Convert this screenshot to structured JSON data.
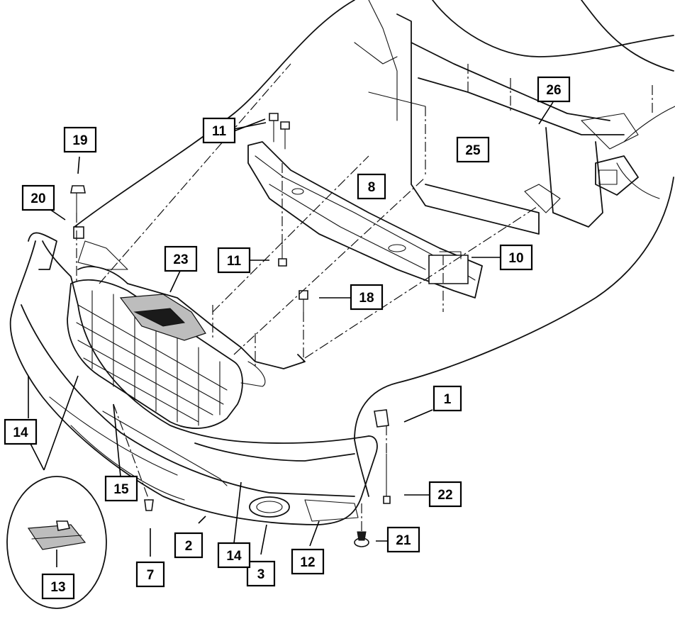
{
  "diagram": {
    "callouts": [
      {
        "id": "c1",
        "label": "1"
      },
      {
        "id": "c2",
        "label": "2"
      },
      {
        "id": "c3",
        "label": "3"
      },
      {
        "id": "c7",
        "label": "7"
      },
      {
        "id": "c8",
        "label": "8"
      },
      {
        "id": "c10",
        "label": "10"
      },
      {
        "id": "c11a",
        "label": "11"
      },
      {
        "id": "c11b",
        "label": "11"
      },
      {
        "id": "c12",
        "label": "12"
      },
      {
        "id": "c13",
        "label": "13"
      },
      {
        "id": "c14a",
        "label": "14"
      },
      {
        "id": "c14b",
        "label": "14"
      },
      {
        "id": "c15",
        "label": "15"
      },
      {
        "id": "c18",
        "label": "18"
      },
      {
        "id": "c19",
        "label": "19"
      },
      {
        "id": "c20",
        "label": "20"
      },
      {
        "id": "c21",
        "label": "21"
      },
      {
        "id": "c22",
        "label": "22"
      },
      {
        "id": "c23",
        "label": "23"
      },
      {
        "id": "c25",
        "label": "25"
      },
      {
        "id": "c26",
        "label": "26"
      }
    ]
  }
}
